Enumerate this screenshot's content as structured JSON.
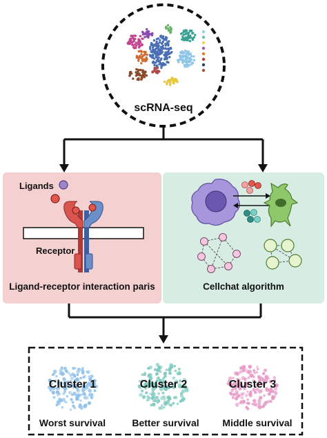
{
  "top": {
    "title": "scRNA-seq"
  },
  "left_panel": {
    "ligands_label": "Ligands",
    "receptor_label": "Receptor",
    "caption": "Ligand-receptor interaction paris"
  },
  "right_panel": {
    "caption": "Cellchat algorithm"
  },
  "clusters": [
    {
      "label": "Cluster 1",
      "survival": "Worst survival",
      "color": "#8ec0ea"
    },
    {
      "label": "Cluster 2",
      "survival": "Better survival",
      "color": "#7ec9bf"
    },
    {
      "label": "Cluster 3",
      "survival": "Middle survival",
      "color": "#e79ac6"
    }
  ],
  "colors": {
    "left_panel_bg": "#f5d0d0",
    "right_panel_bg": "#d7ede4",
    "ligand_red": "#e2574c",
    "ligand_purple": "#9a86c8",
    "receptor_red": "#d9534f",
    "receptor_blue": "#6b8fc9",
    "immune_cell": "#9e8fd6",
    "neuron_cell": "#8fc86b"
  },
  "legend_dot_colors": [
    "#8fd3e8",
    "#67c2b0",
    "#f0d257",
    "#9b59b6",
    "#e67e22",
    "#c0392b",
    "#2c3e50",
    "#a0522d"
  ]
}
